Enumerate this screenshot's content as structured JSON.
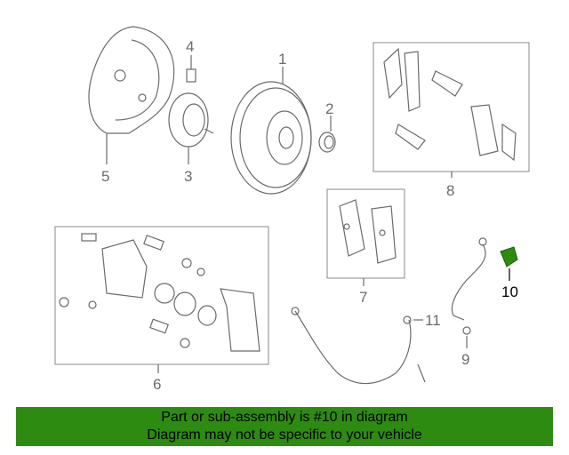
{
  "diagram": {
    "callouts": {
      "c1": "1",
      "c2": "2",
      "c3": "3",
      "c4": "4",
      "c5": "5",
      "c6": "6",
      "c7": "7",
      "c8": "8",
      "c9": "9",
      "c10": "10",
      "c11": "11"
    },
    "highlighted_part": "10",
    "colors": {
      "line": "#6b6b6b",
      "highlight": "#2e8b12",
      "banner": "#2e8b12"
    }
  },
  "banner": {
    "line1": "Part or sub-assembly is #10 in diagram",
    "line2": "Diagram may not be specific to your vehicle"
  }
}
